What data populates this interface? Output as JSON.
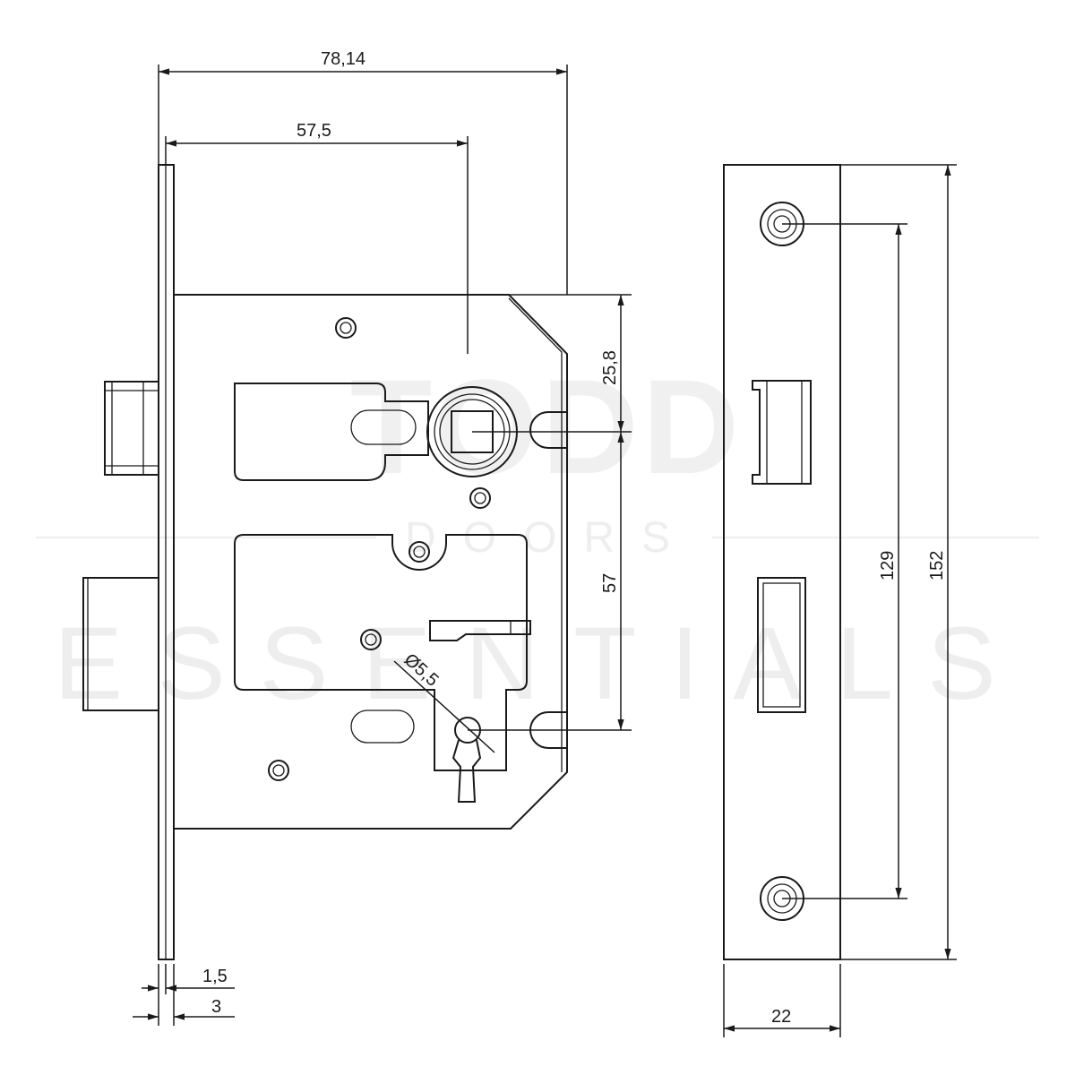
{
  "watermark": {
    "brand": "TODD",
    "sub": "DOORS",
    "line": "ESSENTIALS"
  },
  "dimensions": {
    "overall_width": "78,14",
    "backset": "57,5",
    "top_to_spindle": "25,8",
    "centres": "57",
    "keyhole_diameter": "Ø5,5",
    "plate_thickness": "1,5",
    "faceplate_thickness": "3",
    "strike_fixing_centres": "129",
    "strike_height": "152",
    "strike_width": "22"
  }
}
